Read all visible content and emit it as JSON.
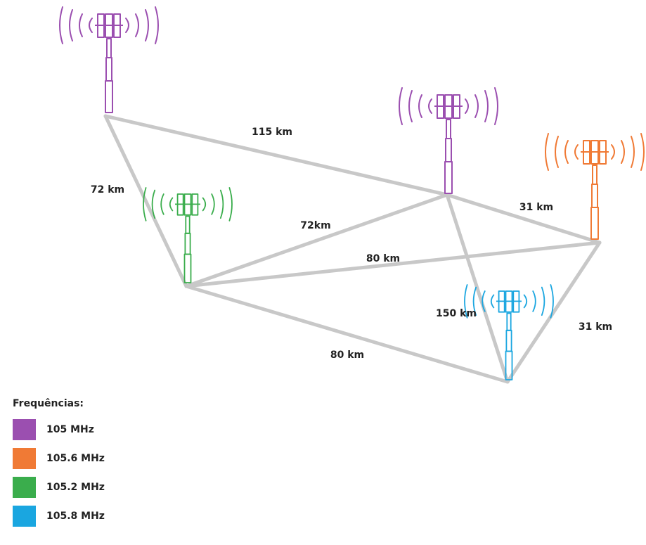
{
  "colors": {
    "link": "#c8c8c8",
    "text": "#222222"
  },
  "towers": [
    {
      "id": "t1",
      "frequency": "105 MHz",
      "color": "#9b4fb0",
      "icon": "radio-tower-icon"
    },
    {
      "id": "t2",
      "frequency": "105 MHz",
      "color": "#9b4fb0",
      "icon": "radio-tower-icon"
    },
    {
      "id": "t3",
      "frequency": "105.6 MHz",
      "color": "#f07a35",
      "icon": "radio-tower-icon"
    },
    {
      "id": "t4",
      "frequency": "105.2 MHz",
      "color": "#3aad4c",
      "icon": "radio-tower-icon"
    },
    {
      "id": "t5",
      "frequency": "105.8 MHz",
      "color": "#1aa6e0",
      "icon": "radio-tower-icon"
    }
  ],
  "links": [
    {
      "from": "t1",
      "to": "t2",
      "label": "115 km"
    },
    {
      "from": "t1",
      "to": "t4",
      "label": "72 km"
    },
    {
      "from": "t4",
      "to": "t2",
      "label": "72km"
    },
    {
      "from": "t2",
      "to": "t3",
      "label": "31 km"
    },
    {
      "from": "t4",
      "to": "t3",
      "label": "80 km"
    },
    {
      "from": "t2",
      "to": "t5",
      "label": "150 km"
    },
    {
      "from": "t3",
      "to": "t5",
      "label": "31 km"
    },
    {
      "from": "t4",
      "to": "t5",
      "label": "80 km"
    }
  ],
  "legend": {
    "title": "Frequências:",
    "items": [
      {
        "label": "105 MHz",
        "color": "#9b4fb0"
      },
      {
        "label": "105.6 MHz",
        "color": "#f07a35"
      },
      {
        "label": "105.2 MHz",
        "color": "#3aad4c"
      },
      {
        "label": "105.8 MHz",
        "color": "#1aa6e0"
      }
    ]
  }
}
